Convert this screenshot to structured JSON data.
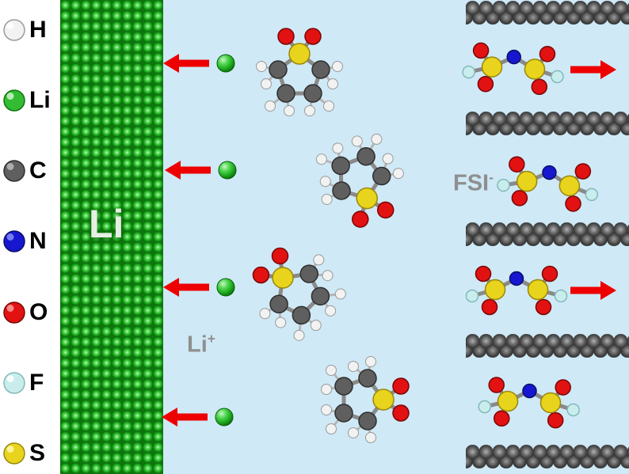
{
  "legend": {
    "items": [
      {
        "symbol": "H"
      },
      {
        "symbol": "Li"
      },
      {
        "symbol": "C"
      },
      {
        "symbol": "N"
      },
      {
        "symbol": "O"
      },
      {
        "symbol": "F"
      },
      {
        "symbol": "S"
      }
    ]
  },
  "atom_colors": {
    "H": "#f2f2f2",
    "Li": "#33bb33",
    "C": "#5f5f5f",
    "N": "#1717cf",
    "O": "#e21212",
    "F": "#c9eded",
    "S": "#e8d41c"
  },
  "labels": {
    "electrode": "Li",
    "cation_base": "Li",
    "cation_sup": "+",
    "anion_base": "FSI",
    "anion_sup": "-"
  },
  "accents": {
    "arrow": "#ee0000",
    "electrolyte_background": "#cfe9f6",
    "electrode_green": "#22b122",
    "graphite_gray": "#5e5e5e",
    "label_gray": "#8f8f8f"
  }
}
